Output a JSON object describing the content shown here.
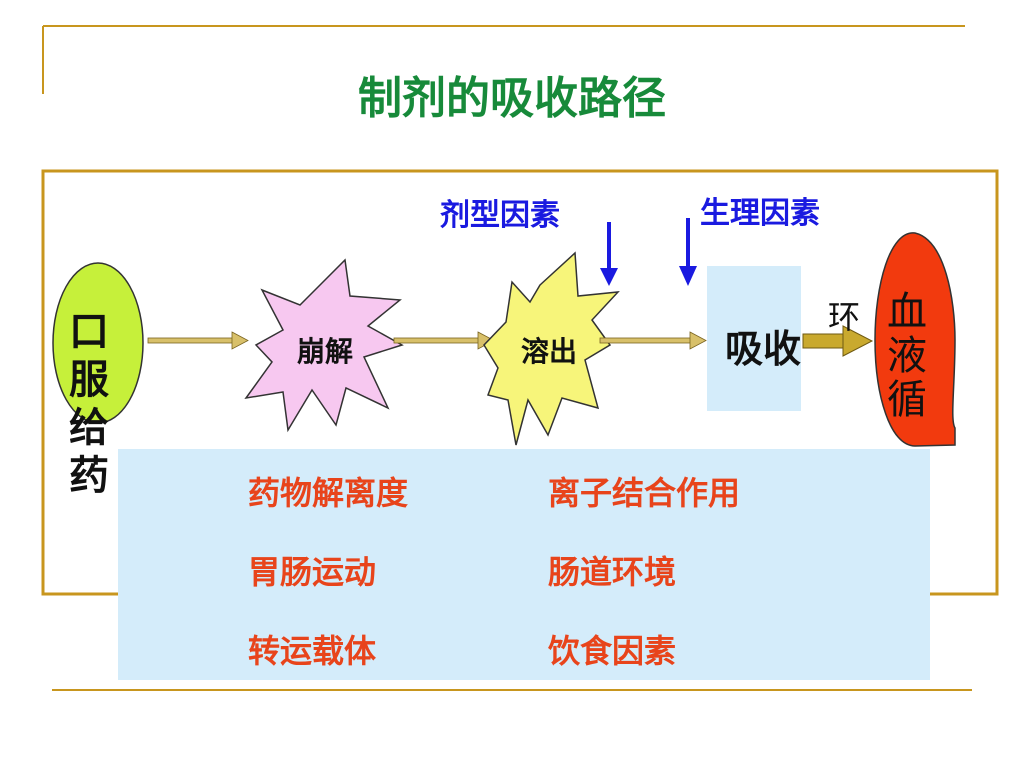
{
  "title": "制剂的吸收路径",
  "factors": {
    "dosage_form": "剂型因素",
    "physiological": "生理因素"
  },
  "pathway": {
    "oral_administration": "口服给药",
    "disintegration": "崩解",
    "dissolution": "溶出",
    "absorption": "吸收",
    "circulation_prefix": "环",
    "blood_circulation": "血液循"
  },
  "physiological_factors": {
    "left_column": [
      "药物解离度",
      "胃肠运动",
      "转运载体"
    ],
    "right_column": [
      "离子结合作用",
      "肠道环境",
      "饮食因素"
    ]
  },
  "colors": {
    "title": "#178a3a",
    "factor_labels": "#1a1ae0",
    "factor_items": "#e8441b",
    "frame": "#c8961e",
    "oral_oval": "#c6f03a",
    "disintegration_star": "#f7c8f0",
    "dissolution_star": "#f7f57a",
    "absorption_box": "#d4ecfa",
    "blood_oval": "#f23a0e"
  }
}
